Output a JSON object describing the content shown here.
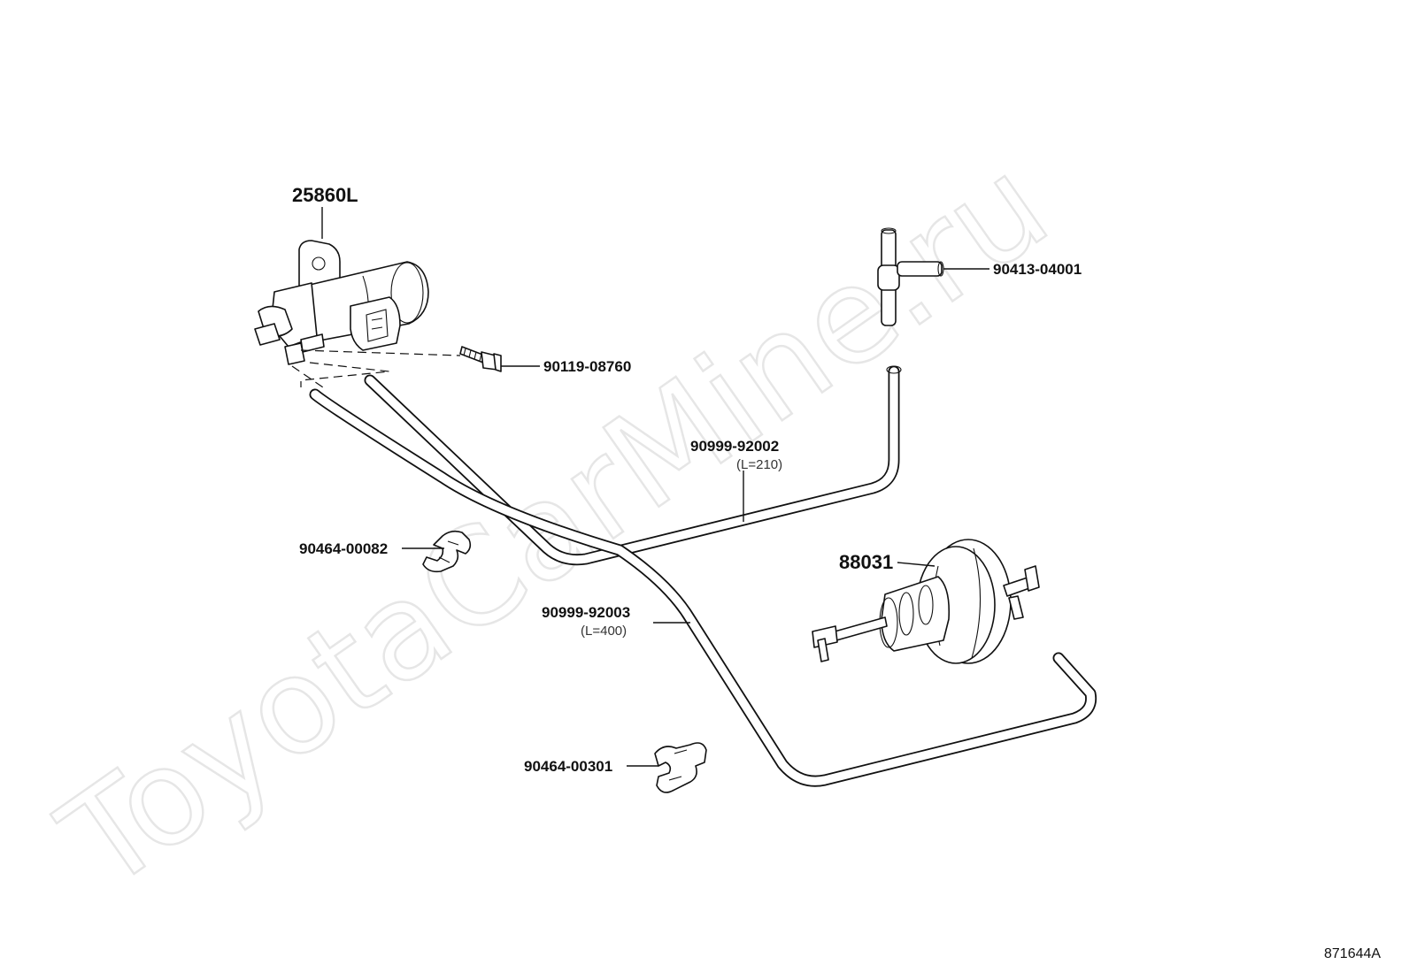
{
  "watermark": "ToyotaCarMine.ru",
  "diagram_code": "871644A",
  "parts": {
    "vsv": {
      "number": "25860L"
    },
    "bolt": {
      "number": "90119-08760"
    },
    "tee_joint": {
      "number": "90413-04001"
    },
    "hose_short": {
      "number": "90999-92002",
      "length": "(L=210)"
    },
    "hose_long": {
      "number": "90999-92003",
      "length": "(L=400)"
    },
    "clamp_upper": {
      "number": "90464-00082"
    },
    "clamp_lower": {
      "number": "90464-00301"
    },
    "actuator": {
      "number": "88031"
    }
  }
}
